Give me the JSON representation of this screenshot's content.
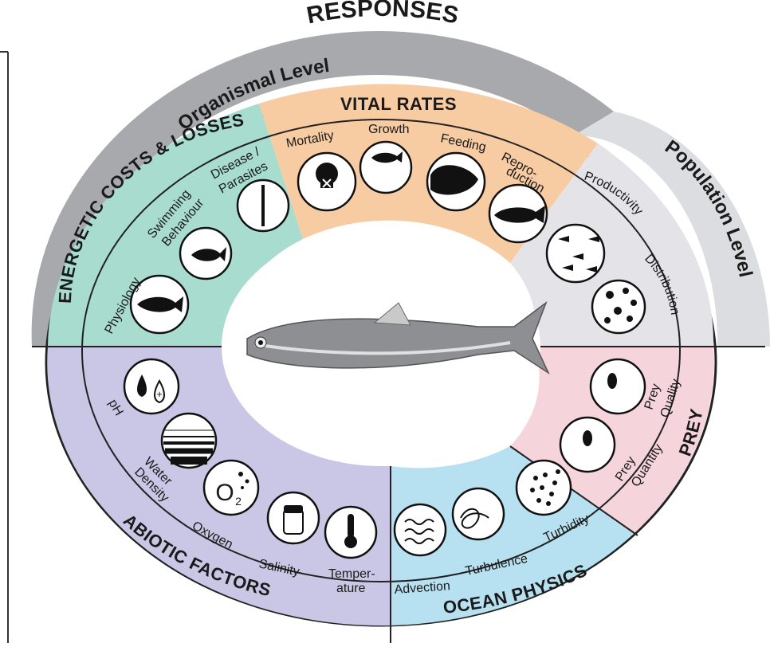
{
  "title": "RESPONSES",
  "levels": {
    "organismal": "Organismal Level",
    "population": "Population Level"
  },
  "categories": {
    "energetic": "ENERGETIC COSTS & LOSSES",
    "vital_rates": "VITAL RATES",
    "prey": "PREY",
    "ocean_physics": "OCEAN PHYSICS",
    "abiotic": "ABIOTIC FACTORS"
  },
  "labels": {
    "physiology": "Physiology",
    "swimming_1": "Swimming",
    "swimming_2": "Behaviour",
    "disease_1": "Disease /",
    "disease_2": "Parasites",
    "mortality": "Mortality",
    "growth": "Growth",
    "feeding": "Feeding",
    "repro_1": "Repro-",
    "repro_2": "duction",
    "productivity": "Productivity",
    "distribution": "Distribution",
    "prey_quality_1": "Prey",
    "prey_quality_2": "Quality",
    "prey_quantity_1": "Prey",
    "prey_quantity_2": "Quantity",
    "turbidity": "Turbidity",
    "turbulence": "Turbulence",
    "advection": "Advection",
    "temperature_1": "Temper-",
    "temperature_2": "ature",
    "salinity": "Salinity",
    "oxygen": "Oxygen",
    "water_density_1": "Water",
    "water_density_2": "Density",
    "ph": "pH",
    "ph_plus": "+",
    "ph_minus": "−",
    "o2": "O",
    "o2_sub": "2"
  },
  "colors": {
    "outer_ring": "#a7a9ac",
    "population_ring": "#dcdde0",
    "energetic": "#a7dccf",
    "vital_rates": "#f8cca3",
    "population": "#e4e4e8",
    "prey": "#f5d4dc",
    "ocean_physics": "#b7e1f1",
    "abiotic": "#c9c7e5",
    "fish_body": "#8d8f93"
  }
}
